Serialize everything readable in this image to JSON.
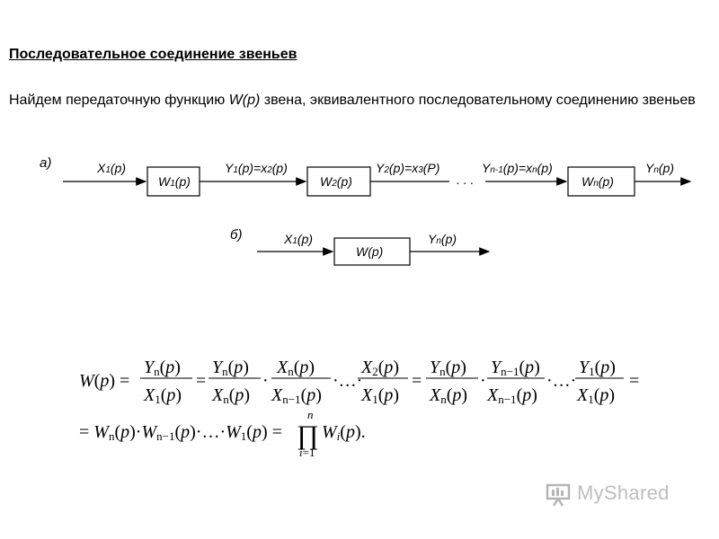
{
  "heading": "Последовательное соединение звеньев",
  "intro": {
    "part1": "Найдем передаточную функцию ",
    "fn": "W(p)",
    "part2": " звена, эквивалентного последовательному соединению звеньев"
  },
  "diagram_a": {
    "label": "а)",
    "signals": [
      "X",
      "Y",
      "Y",
      "Y",
      "Y"
    ],
    "blocks": [
      "W",
      "W",
      "W"
    ],
    "dots": ". . ."
  },
  "diagram_b": {
    "label": "б)",
    "input": "X",
    "block": "W",
    "output": "Y"
  },
  "formula": {
    "line1": "W(p) = Yn(p)/X1(p) = Yn(p)/Xn(p) · Xn(p)/Xn−1(p) · … · X2(p)/X1(p) = Yn(p)/Xn(p) · Yn−1(p)/Xn−1(p) · … · Y1(p)/X1(p) =",
    "line2": "= Wn(p) · Wn−1(p) · … · W1(p) = ∏ i=1..n Wi(p)."
  },
  "watermark": {
    "text": "MyShared"
  }
}
